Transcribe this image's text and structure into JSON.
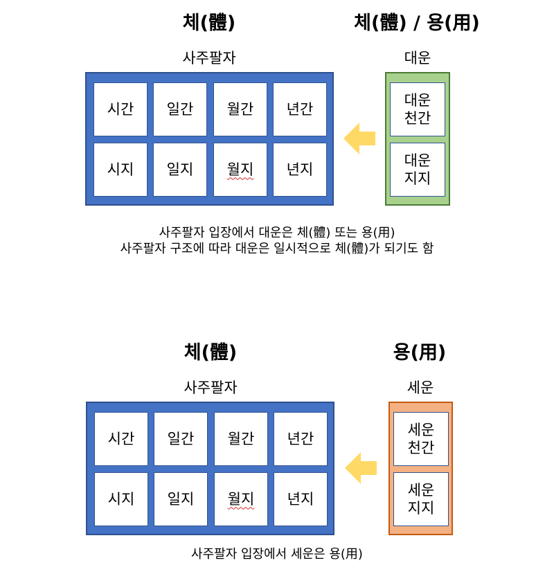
{
  "colors": {
    "saju_fill": "#4472c4",
    "daeun_fill": "#a9d18e",
    "seun_fill": "#f4b183",
    "arrow": "#ffd966"
  },
  "top": {
    "heading_left": "체(體)",
    "heading_right": "체(體) / 용(用)",
    "saju_label": "사주팔자",
    "daeun_label": "대운",
    "cells": {
      "r1c1": "시간",
      "r1c2": "일간",
      "r1c3": "월간",
      "r1c4": "년간",
      "r2c1": "시지",
      "r2c2": "일지",
      "r2c3": "월지",
      "r2c4": "년지"
    },
    "side_cells": {
      "a1": "대운",
      "a2": "천간",
      "b1": "대운",
      "b2": "지지"
    },
    "caption_line1": "사주팔자 입장에서 대운은 체(體) 또는 용(用)",
    "caption_line2": "사주팔자 구조에 따라 대운은 일시적으로 체(體)가 되기도 함"
  },
  "bottom": {
    "heading_left": "체(體)",
    "heading_right": "용(用)",
    "saju_label": "사주팔자",
    "seun_label": "세운",
    "cells": {
      "r1c1": "시간",
      "r1c2": "일간",
      "r1c3": "월간",
      "r1c4": "년간",
      "r2c1": "시지",
      "r2c2": "일지",
      "r2c3": "월지",
      "r2c4": "년지"
    },
    "side_cells": {
      "a1": "세운",
      "a2": "천간",
      "b1": "세운",
      "b2": "지지"
    },
    "caption": "사주팔자 입장에서 세운은 용(用)"
  }
}
